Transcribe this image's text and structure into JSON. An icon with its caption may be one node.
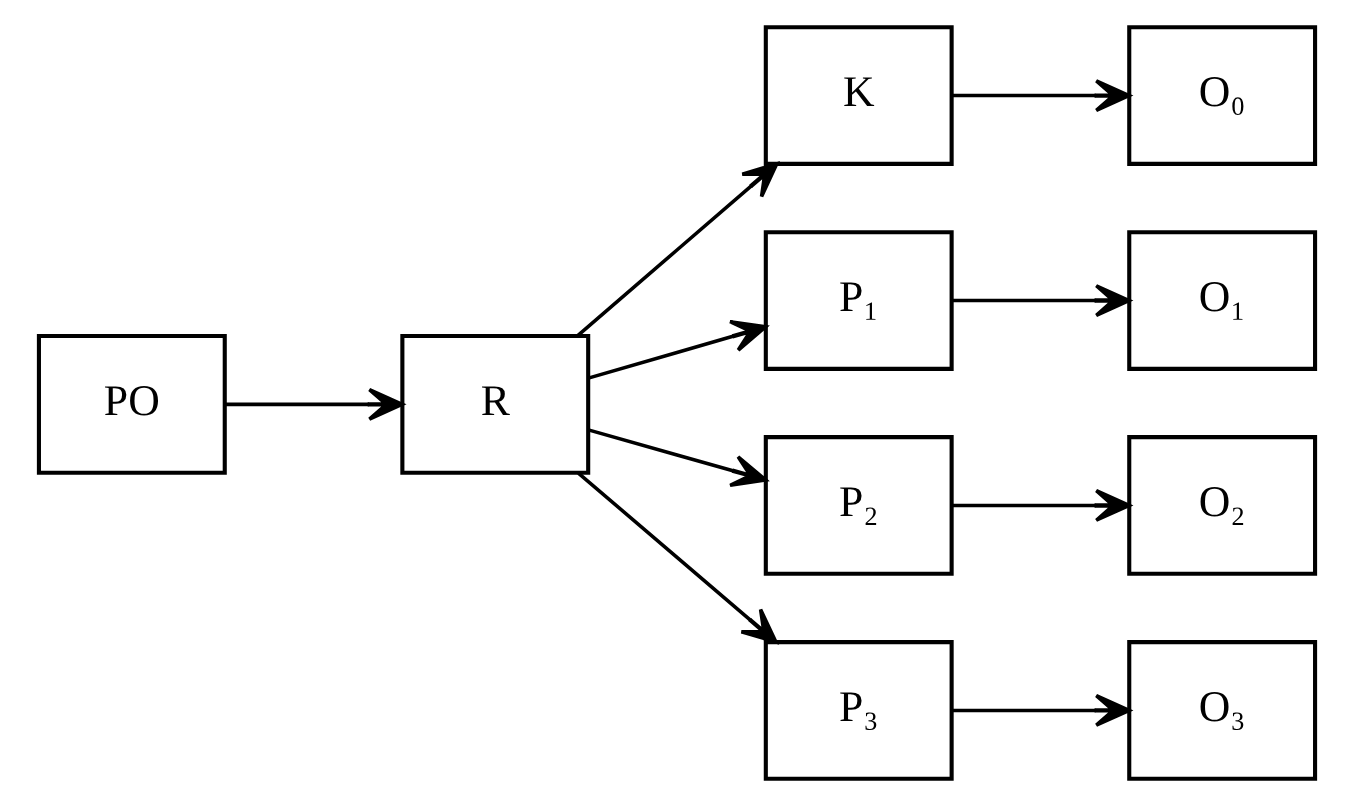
{
  "diagram": {
    "nodes": [
      {
        "text": [
          "PO"
        ]
      },
      {
        "text": [
          "R"
        ]
      },
      {
        "text": [
          "K"
        ]
      },
      {
        "text": [
          "P₁"
        ]
      },
      {
        "text": [
          "P₂"
        ]
      },
      {
        "text": [
          "P₃"
        ]
      },
      {
        "text": [
          "O₀"
        ]
      },
      {
        "text": [
          "O₁"
        ]
      },
      {
        "text": [
          "O₂"
        ]
      },
      {
        "text": [
          "O₃"
        ]
      }
    ],
    "edges": [
      {
        "from": 0,
        "to": 1,
        "arrow": "to"
      },
      {
        "from": 1,
        "to": 2,
        "arrow": "to"
      },
      {
        "from": 1,
        "to": 3,
        "arrow": "to"
      },
      {
        "from": 1,
        "to": 4,
        "arrow": "to"
      },
      {
        "from": 1,
        "to": 5,
        "arrow": "to"
      },
      {
        "from": 2,
        "to": 6,
        "arrow": "to"
      },
      {
        "from": 3,
        "to": 7,
        "arrow": "to"
      },
      {
        "from": 4,
        "to": 8,
        "arrow": "to"
      },
      {
        "from": 5,
        "to": 9,
        "arrow": "to"
      }
    ]
  }
}
